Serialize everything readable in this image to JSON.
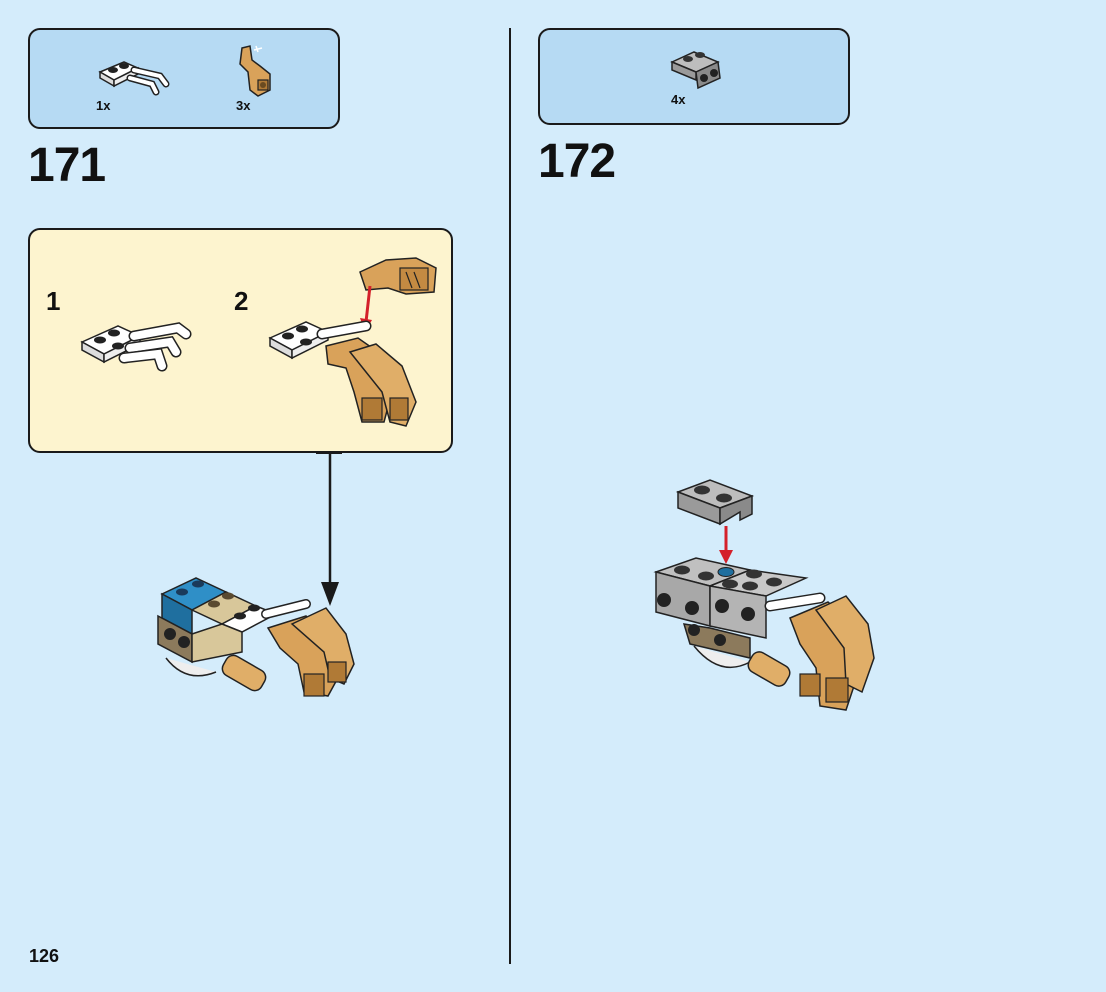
{
  "page": {
    "number": "126"
  },
  "steps": [
    {
      "number": "171",
      "parts": [
        {
          "icon": "white-plate-with-clips-part-icon",
          "qty": "1x"
        },
        {
          "icon": "gold-claw-part-icon",
          "qty": "3x"
        }
      ],
      "substeps": [
        {
          "number": "1"
        },
        {
          "number": "2"
        }
      ]
    },
    {
      "number": "172",
      "parts": [
        {
          "icon": "gray-bracket-plate-part-icon",
          "qty": "4x"
        }
      ]
    }
  ],
  "colors": {
    "background": "#d4ecfb",
    "parts_box": "#b6daf3",
    "sub_box": "#fdf4cf",
    "arrow_red": "#d4202a",
    "gold": "#d9a25a",
    "gray": "#a8a8a8",
    "blue": "#2f8fc7",
    "tan": "#d8c79a",
    "dark_tan": "#8c7a5c"
  }
}
